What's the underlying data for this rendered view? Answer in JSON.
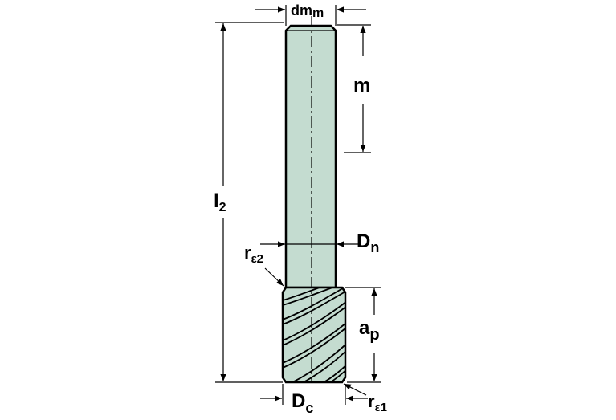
{
  "diagram": {
    "fill_color": "#c4dcd0",
    "outline_color": "#000000",
    "labels": {
      "dmm_main": "dm",
      "dmm_sub": "m",
      "m": "m",
      "l2_main": "l",
      "l2_sub": "2",
      "dn_main": "D",
      "dn_sub": "n",
      "re2_main": "r",
      "re2_sub": "ε2",
      "ap_main": "a",
      "ap_sub": "p",
      "dc_main": "D",
      "dc_sub": "c",
      "re1_main": "r",
      "re1_sub": "ε1"
    }
  }
}
